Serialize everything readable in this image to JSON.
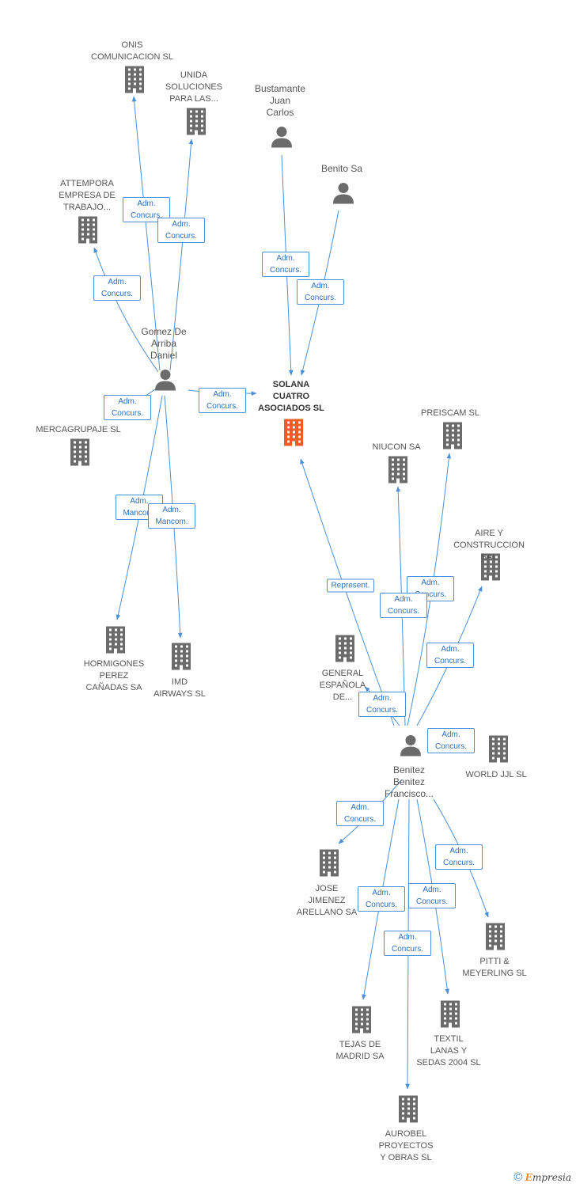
{
  "colors": {
    "edge": "#4a90d9",
    "building": "#6b6b6b",
    "main_building": "#f05a28",
    "person": "#6b6b6b"
  },
  "footer": {
    "copyright": "©",
    "brand_initial": "E",
    "brand_rest": "mpresia"
  },
  "nodes": [
    {
      "id": "solana",
      "type": "company",
      "main": true,
      "label": "SOLANA\nCUATRO\nASOCIADOS SL"
    },
    {
      "id": "onis",
      "type": "company",
      "label": "ONIS\nCOMUNICACION SL"
    },
    {
      "id": "unida",
      "type": "company",
      "label": "UNIDA\nSOLUCIONES\nPARA LAS..."
    },
    {
      "id": "attempora",
      "type": "company",
      "label": "ATTEMPORA\nEMPRESA DE\nTRABAJO..."
    },
    {
      "id": "mercagrupaje",
      "type": "company",
      "label": "MERCAGRUPAJE SL"
    },
    {
      "id": "hormigones",
      "type": "company",
      "label": "HORMIGONES\nPEREZ\nCAÑADAS SA"
    },
    {
      "id": "imd",
      "type": "company",
      "label": "IMD\nAIRWAYS  SL"
    },
    {
      "id": "gomez",
      "type": "person",
      "label": "Gomez De\nArriba\nDaniel"
    },
    {
      "id": "bustamante",
      "type": "person",
      "label": "Bustamante\nJuan\nCarlos"
    },
    {
      "id": "benito",
      "type": "person",
      "label": "Benito Sa"
    },
    {
      "id": "preiscam",
      "type": "company",
      "label": "PREISCAM SL"
    },
    {
      "id": "niucon",
      "type": "company",
      "label": "NIUCON SA"
    },
    {
      "id": "aire",
      "type": "company",
      "label": "AIRE Y\nCONSTRUCCION SAL"
    },
    {
      "id": "general",
      "type": "company",
      "label": "GENERAL\nESPAÑOLA\nDE..."
    },
    {
      "id": "worldjjl",
      "type": "company",
      "label": "WORLD JJL SL"
    },
    {
      "id": "benitez",
      "type": "person",
      "label": "Benitez\nBenitez\nFrancisco..."
    },
    {
      "id": "jose",
      "type": "company",
      "label": "JOSE\nJIMENEZ\nARELLANO SA"
    },
    {
      "id": "pitti",
      "type": "company",
      "label": "PITTI &\nMEYERLING SL"
    },
    {
      "id": "tejas",
      "type": "company",
      "label": "TEJAS DE\nMADRID SA"
    },
    {
      "id": "textil",
      "type": "company",
      "label": "TEXTIL\nLANAS Y\nSEDAS 2004 SL"
    },
    {
      "id": "aurobel",
      "type": "company",
      "label": "AUROBEL\nPROYECTOS\nY OBRAS SL"
    }
  ],
  "edges": [
    {
      "from": "gomez",
      "to": "onis",
      "label": "Adm.\nConcurs."
    },
    {
      "from": "gomez",
      "to": "unida",
      "label": "Adm.\nConcurs."
    },
    {
      "from": "gomez",
      "to": "attempora",
      "label": "Adm.\nConcurs."
    },
    {
      "from": "gomez",
      "to": "solana",
      "label": "Adm.\nConcurs."
    },
    {
      "from": "gomez",
      "to": "mercagrupaje",
      "label": "Adm.\nConcurs."
    },
    {
      "from": "gomez",
      "to": "hormigones",
      "label": "Adm.\nMancom."
    },
    {
      "from": "gomez",
      "to": "imd",
      "label": "Adm.\nMancom."
    },
    {
      "from": "bustamante",
      "to": "solana",
      "label": "Adm.\nConcurs."
    },
    {
      "from": "benito",
      "to": "solana",
      "label": "Adm.\nConcurs."
    },
    {
      "from": "benitez",
      "to": "solana",
      "label": "Represent."
    },
    {
      "from": "benitez",
      "to": "preiscam",
      "label": "Adm.\nConcurs."
    },
    {
      "from": "benitez",
      "to": "niucon",
      "label": "Adm.\nConcurs."
    },
    {
      "from": "benitez",
      "to": "aire",
      "label": "Adm.\nConcurs."
    },
    {
      "from": "benitez",
      "to": "general",
      "label": "Adm.\nConcurs."
    },
    {
      "from": "benitez",
      "to": "worldjjl",
      "label": "Adm.\nConcurs."
    },
    {
      "from": "benitez",
      "to": "jose",
      "label": "Adm.\nConcurs."
    },
    {
      "from": "benitez",
      "to": "pitti",
      "label": "Adm.\nConcurs."
    },
    {
      "from": "benitez",
      "to": "tejas",
      "label": "Adm.\nConcurs."
    },
    {
      "from": "benitez",
      "to": "textil",
      "label": "Adm.\nConcurs."
    },
    {
      "from": "benitez",
      "to": "aurobel",
      "label": "Adm.\nConcurs."
    }
  ]
}
